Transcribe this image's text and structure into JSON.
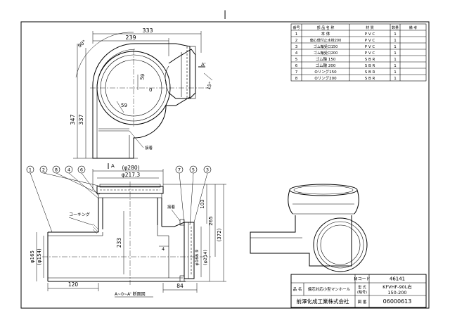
{
  "sheet": {
    "top_mark": "|"
  },
  "parts_table": {
    "headers": [
      "番号",
      "部 品 名 称",
      "材 質",
      "数量",
      "備 考"
    ],
    "rows": [
      [
        "1",
        "本 体",
        "P V C",
        "1",
        ""
      ],
      [
        "2",
        "偏心環付止水栓200",
        "P V C",
        "1",
        ""
      ],
      [
        "3",
        "ゴム輪受口150",
        "P V C",
        "1",
        ""
      ],
      [
        "4",
        "ゴム輪受口200",
        "P V C",
        "1",
        ""
      ],
      [
        "5",
        "ゴム輪 150",
        "S B R",
        "1",
        ""
      ],
      [
        "6",
        "ゴム輪 200",
        "S B R",
        "1",
        ""
      ],
      [
        "7",
        "Oリング150",
        "S B R",
        "1",
        ""
      ],
      [
        "8",
        "Oリング200",
        "S B R",
        "1",
        ""
      ]
    ]
  },
  "plan_view": {
    "dim_333": "333",
    "dim_239": "239",
    "angle_90": "90°",
    "dim_347": "347",
    "dim_337": "337",
    "dim_59_a": "59",
    "dim_59_b": "59",
    "angle_15": "15°",
    "section_a": "A",
    "section_a_prime": "A'",
    "note_solvent": "接着",
    "label_rib": "0"
  },
  "section_view": {
    "dim_280": "(φ280)",
    "dim_217": "φ217.3",
    "dim_103": "103",
    "dim_265": "265",
    "dim_372": "(372)",
    "dim_233": "233",
    "dim_165": "φ165",
    "dim_154": "(φ154)",
    "dim_166": "φ166.9",
    "dim_214": "(φ214)",
    "dim_120": "120",
    "dim_84": "84",
    "dim_4": "4",
    "label_caulking": "コーキング",
    "label_solvent": "接着",
    "caption": "A~0~A' 断面図",
    "balloons": [
      "1",
      "2",
      "8",
      "4",
      "6",
      "7",
      "5",
      "3"
    ]
  },
  "title_block": {
    "m_code_label": "Mコード",
    "m_code_value": "46141",
    "name_label": "品 名",
    "name_value": "偏芯対応小型マンホール",
    "model_label": "型 式\n(略号)",
    "model_label_1": "型 式",
    "model_label_2": "(略号)",
    "model_value_1": "KFVHF-90L右",
    "model_value_2": "150-200",
    "company": "前澤化成工業株式会社",
    "drawing_no_label": "図 番",
    "drawing_no_value": "06000613"
  }
}
